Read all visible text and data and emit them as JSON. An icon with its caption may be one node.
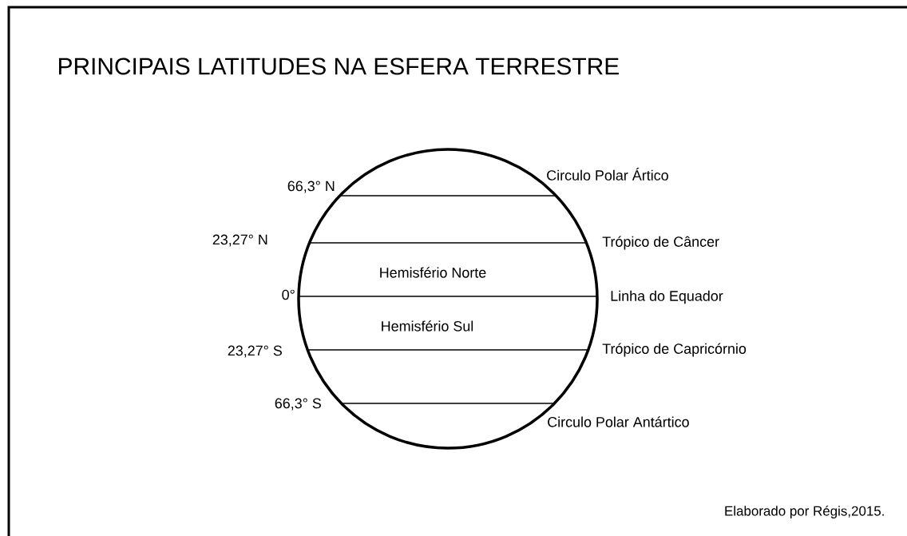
{
  "diagram": {
    "title": "PRINCIPAIS LATITUDES NA ESFERA TERRESTRE",
    "caption": "Elaborado por Régis,2015.",
    "nodes": [
      {
        "text": [
          "Hemisfério Norte",
          "Hemisfério Sul"
        ]
      }
    ],
    "labels": [
      "Circulo Polar Ártico",
      "66,3° N",
      "23,27° N",
      "Trópico de Câncer",
      "0°",
      "Linha do Equador",
      "23,27° S",
      "Trópico de Capricórnio",
      "66,3° S",
      "Circulo Polar Antártico"
    ]
  }
}
